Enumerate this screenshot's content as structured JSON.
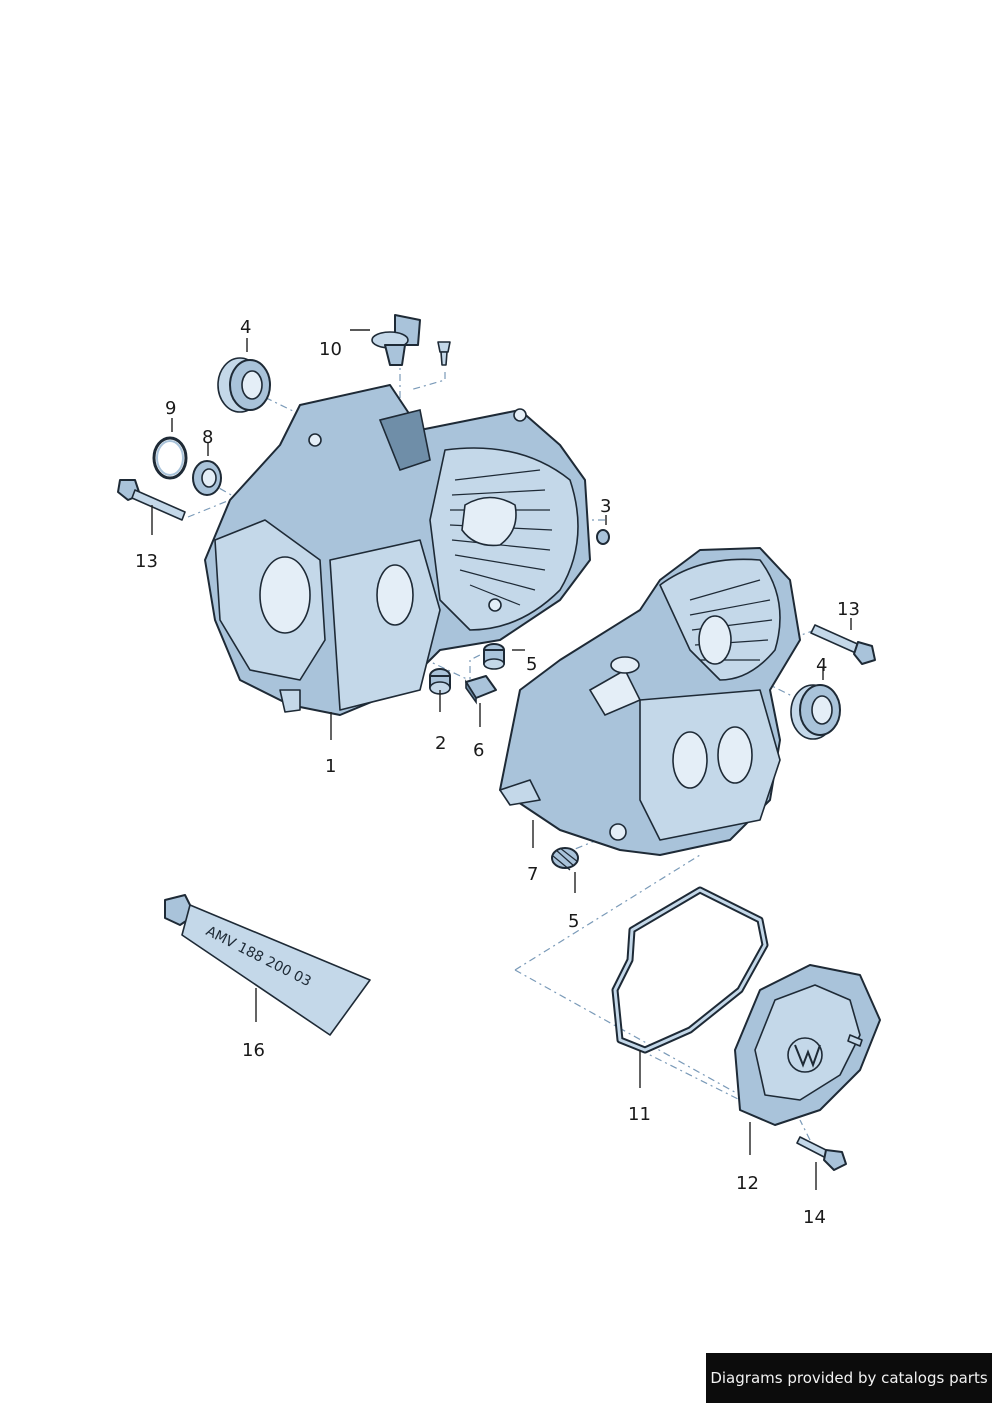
{
  "callouts": {
    "c1": "1",
    "c2": "2",
    "c3": "3",
    "c4a": "4",
    "c4b": "4",
    "c5a": "5",
    "c5b": "5",
    "c6": "6",
    "c7": "7",
    "c8": "8",
    "c9": "9",
    "c10": "10",
    "c11": "11",
    "c12": "12",
    "c13a": "13",
    "c13b": "13",
    "c14": "14",
    "c16": "16"
  },
  "tube_label": "AMV 188 200 03",
  "credit": "Diagrams provided by catalogs parts",
  "colors": {
    "part_fill": "#a9c3da",
    "outline": "#1e2a36",
    "leader_dash": "#7a9ab8"
  },
  "icons": {
    "cover_emblem": "vw-logo-icon"
  }
}
